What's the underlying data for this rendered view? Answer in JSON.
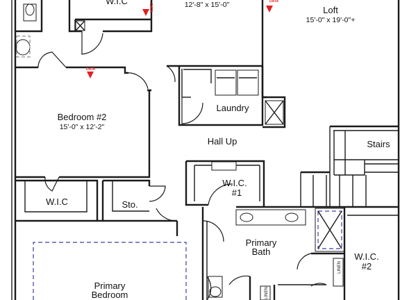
{
  "rooms": {
    "wic_top": "W.I.C",
    "bedroom2": {
      "name": "Bedroom #2",
      "dims": "15'-0\" x 12'-2\""
    },
    "top_room": {
      "dims": "12'-8\" x 15'-0\""
    },
    "loft": {
      "name": "Loft",
      "dims": "15'-0\" x 19'-0\"+"
    },
    "laundry": "Laundry",
    "hall_up": "Hall Up",
    "stairs": "Stairs",
    "wic_left": "W.I.C",
    "storage": "Sto.",
    "wic1": {
      "line1": "W.I.C.",
      "line2": "#1"
    },
    "primary_bath": {
      "line1": "Primary",
      "line2": "Bath"
    },
    "wic2": {
      "line1": "W.I.C.",
      "line2": "#2"
    },
    "primary_bedroom": {
      "line1": "Primary",
      "line2": "Bedroom"
    },
    "linen1": "LINEN",
    "linen2": "LINEN"
  },
  "markers": {
    "data_label": "DATA",
    "color": "#e32020"
  }
}
